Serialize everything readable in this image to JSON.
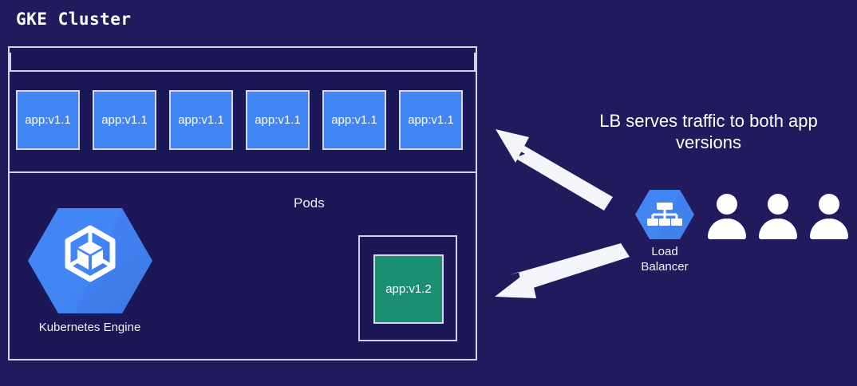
{
  "diagram": {
    "background_color": "#211b5d",
    "title": "GKE Cluster",
    "cluster": {
      "pods_label": "Pods",
      "pods": [
        {
          "label": "app:v1.1",
          "color": "#4285f4"
        },
        {
          "label": "app:v1.1",
          "color": "#4285f4"
        },
        {
          "label": "app:v1.1",
          "color": "#4285f4"
        },
        {
          "label": "app:v1.1",
          "color": "#4285f4"
        },
        {
          "label": "app:v1.1",
          "color": "#4285f4"
        },
        {
          "label": "app:v1.1",
          "color": "#4285f4"
        }
      ],
      "new_pod": {
        "label": "app:v1.2",
        "color": "#1b8f71"
      },
      "engine": {
        "label": "Kubernetes Engine",
        "icon": "kubernetes-engine-hexagon-icon",
        "color": "#4285f4"
      }
    },
    "annotation": {
      "line1": "LB serves traffic to both app",
      "line2": "versions"
    },
    "load_balancer": {
      "label_line1": "Load",
      "label_line2": "Balancer",
      "icon": "load-balancer-hexagon-icon",
      "color": "#4285f4"
    },
    "users": [
      {
        "icon": "user-icon"
      },
      {
        "icon": "user-icon"
      },
      {
        "icon": "user-icon"
      }
    ],
    "arrows": [
      {
        "name": "arrow-lb-to-pods-v11",
        "direction": "up-left",
        "color": "#ffffff"
      },
      {
        "name": "arrow-lb-to-pod-v12",
        "direction": "down-left",
        "color": "#ffffff"
      }
    ]
  }
}
